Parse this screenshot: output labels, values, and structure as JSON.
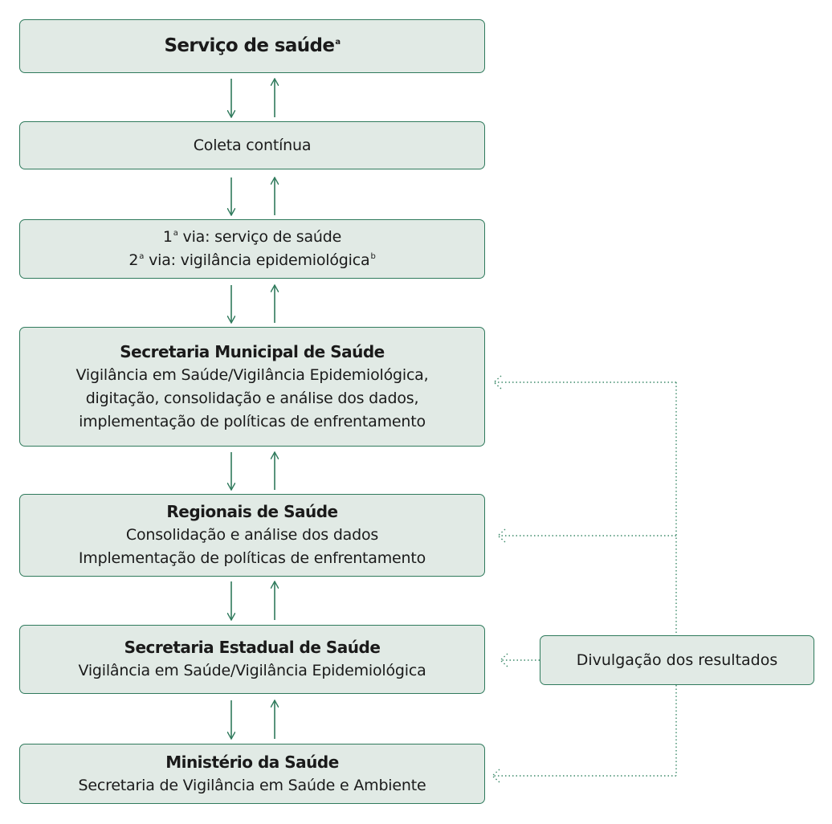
{
  "boxes": [
    {
      "title": "Serviço de saúde",
      "title_sup": "a",
      "lines": []
    },
    {
      "title": "",
      "lines": [
        "Coleta contínua"
      ]
    },
    {
      "title": "",
      "lines": [
        {
          "lead": "1",
          "sup": "a",
          "text": " via: serviço de saúde"
        },
        {
          "lead": "2",
          "sup": "a",
          "text": " via: vigilância epidemiológica",
          "tail_sup": "b"
        }
      ]
    },
    {
      "title": "Secretaria Municipal de Saúde",
      "lines": [
        "Vigilância em Saúde/Vigilância Epidemiológica,",
        "digitação, consolidação e análise dos dados,",
        "implementação de políticas de enfrentamento"
      ]
    },
    {
      "title": "Regionais de Saúde",
      "lines": [
        "Consolidação e análise dos dados",
        "Implementação de políticas de enfrentamento"
      ]
    },
    {
      "title": "Secretaria Estadual de Saúde",
      "lines": [
        "Vigilância em Saúde/Vigilância Epidemiológica"
      ]
    },
    {
      "title": "Ministério da Saúde",
      "lines": [
        "Secretaria de Vigilância em Saúde e Ambiente"
      ]
    }
  ],
  "side_box": {
    "label": "Divulgação dos resultados"
  },
  "colors": {
    "box_fill": "#e1eae5",
    "border": "#2f7a5c",
    "arrow": "#2f7a5c",
    "dotted": "#3d8a6a"
  }
}
